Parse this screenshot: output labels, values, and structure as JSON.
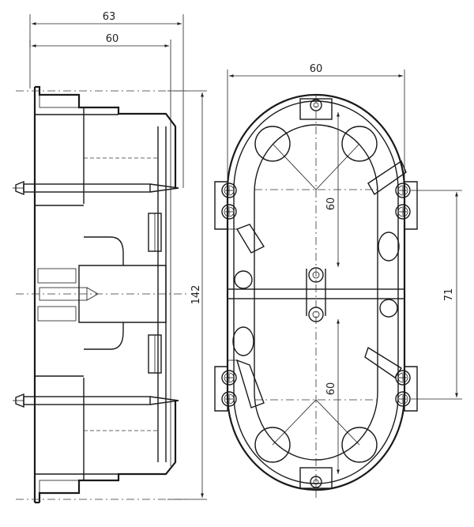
{
  "dimensions": {
    "side_outer_width": "63",
    "side_inner_width": "60",
    "side_height": "142",
    "front_width": "60",
    "upper_center_distance": "60",
    "lower_center_distance": "60",
    "screw_spacing": "71"
  }
}
